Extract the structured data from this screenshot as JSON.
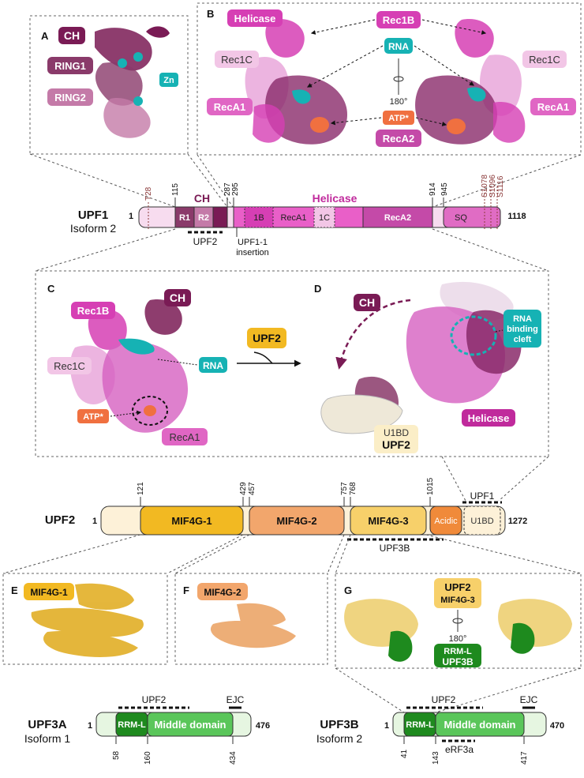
{
  "panels": {
    "A": "A",
    "B": "B",
    "C": "C",
    "D": "D",
    "E": "E",
    "F": "F",
    "G": "G"
  },
  "panelA": {
    "ch": "CH",
    "ring1": "RING1",
    "ring2": "RING2",
    "zn": "Zn"
  },
  "panelB": {
    "helicase": "Helicase",
    "rec1b": "Rec1B",
    "rna": "RNA",
    "rec1c_left": "Rec1C",
    "rec1c_right": "Rec1C",
    "reca1_left": "RecA1",
    "reca1_right": "RecA1",
    "rotation": "180°",
    "atp": "ATP*",
    "reca2": "RecA2"
  },
  "upf1": {
    "name": "UPF1",
    "isoform": "Isoform 2",
    "start": "1",
    "end": "1118",
    "ticks": [
      "115",
      "287",
      "295",
      "914",
      "945"
    ],
    "phospho": [
      "T28",
      "S1078",
      "S1096",
      "S1116"
    ],
    "domains": {
      "r1": "R1",
      "r2": "R2",
      "ch": "CH",
      "helicase": "Helicase",
      "d1b": "1B",
      "reca1": "RecA1",
      "d1c": "1C",
      "reca2": "RecA2",
      "sq": "SQ"
    },
    "upf2_label": "UPF2",
    "insertion_line1": "UPF1-1",
    "insertion_line2": "insertion"
  },
  "panelC": {
    "rec1b": "Rec1B",
    "ch": "CH",
    "rec1c": "Rec1C",
    "rna": "RNA",
    "atp": "ATP*",
    "reca1": "RecA1",
    "upf2": "UPF2"
  },
  "panelD": {
    "ch": "CH",
    "rna_line1": "RNA",
    "rna_line2": "binding",
    "rna_line3": "cleft",
    "helicase": "Helicase",
    "u1bd": "U1BD",
    "upf2": "UPF2"
  },
  "upf2": {
    "name": "UPF2",
    "start": "1",
    "end": "1272",
    "ticks": [
      "121",
      "429",
      "457",
      "757",
      "768",
      "1015"
    ],
    "domains": {
      "mif4g1": "MIF4G-1",
      "mif4g2": "MIF4G-2",
      "mif4g3": "MIF4G-3",
      "acidic": "Acidic",
      "u1bd": "U1BD"
    },
    "upf1_label": "UPF1",
    "upf3b_label": "UPF3B"
  },
  "panelE": {
    "label": "MIF4G-1"
  },
  "panelF": {
    "label": "MIF4G-2"
  },
  "panelG": {
    "upf2": "UPF2",
    "mif4g3": "MIF4G-3",
    "rotation": "180°",
    "rrml": "RRM-L",
    "upf3b": "UPF3B"
  },
  "upf3a": {
    "name": "UPF3A",
    "isoform": "Isoform 1",
    "start": "1",
    "end": "476",
    "ticks": [
      "58",
      "160",
      "434"
    ],
    "rrml": "RRM-L",
    "middle": "Middle domain",
    "upf2_label": "UPF2",
    "ejc_label": "EJC"
  },
  "upf3b": {
    "name": "UPF3B",
    "isoform": "Isoform 2",
    "start": "1",
    "end": "470",
    "ticks": [
      "41",
      "143",
      "417"
    ],
    "rrml": "RRM-L",
    "middle": "Middle domain",
    "upf2_label": "UPF2",
    "ejc_label": "EJC",
    "erf3a_label": "eRF3a"
  },
  "colors": {
    "ch": "#7a1b55",
    "ring1": "#8a3a6a",
    "ring2": "#c47aa8",
    "helicase": "#d63fb4",
    "rna": "#16b2b4",
    "atp": "#f07040",
    "mif4g1": "#f2b922",
    "mif4g2": "#f2a66c",
    "mif4g3": "#f7d06a",
    "green_dark": "#1e8a1e",
    "green_light": "#5ac65a"
  }
}
